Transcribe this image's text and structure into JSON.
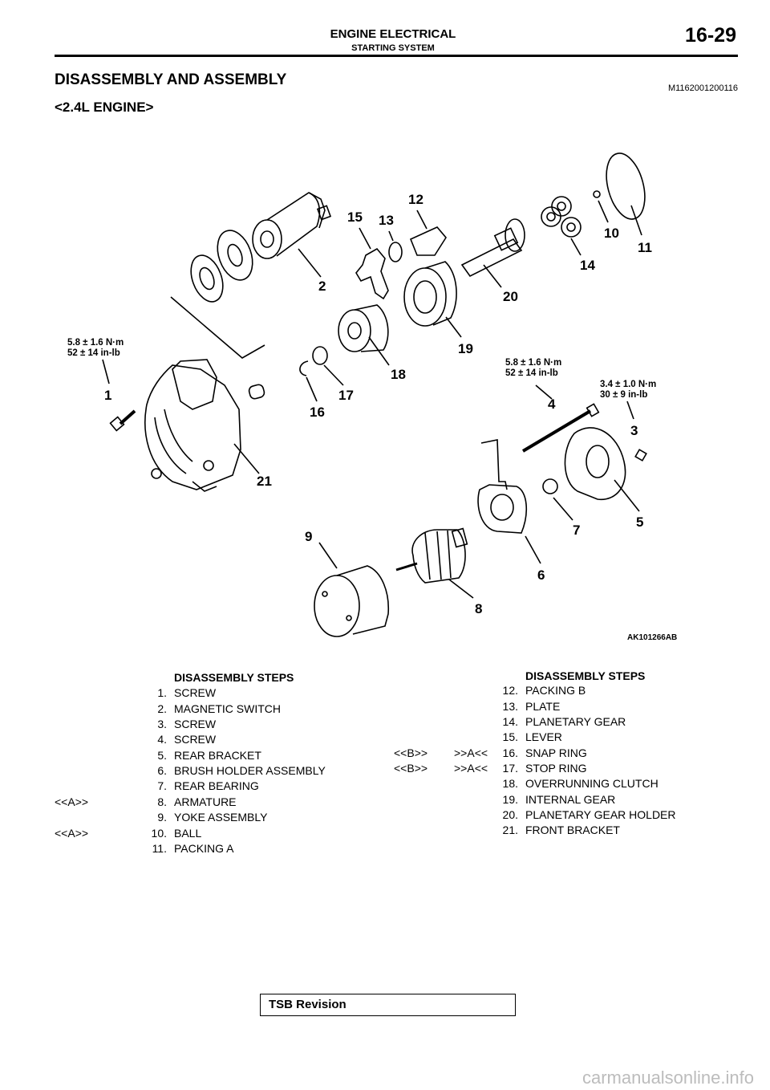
{
  "header": {
    "chapter_title": "ENGINE ELECTRICAL",
    "section_subtitle": "STARTING SYSTEM",
    "page_number": "16-29"
  },
  "section": {
    "title": "DISASSEMBLY AND ASSEMBLY",
    "document_code": "M1162001200116",
    "engine_label": "<2.4L ENGINE>"
  },
  "diagram": {
    "figure_id": "AK101266AB",
    "callouts": [
      "1",
      "2",
      "3",
      "4",
      "5",
      "6",
      "7",
      "8",
      "9",
      "10",
      "11",
      "12",
      "13",
      "14",
      "15",
      "16",
      "17",
      "18",
      "19",
      "20",
      "21"
    ],
    "torque_specs": [
      {
        "nm": "5.8 ± 1.6 N·m",
        "inlb": "52 ± 14 in-lb"
      },
      {
        "nm": "5.8 ± 1.6 N·m",
        "inlb": "52 ± 14 in-lb"
      },
      {
        "nm": "3.4 ± 1.0 N·m",
        "inlb": "30 ± 9 in-lb"
      }
    ]
  },
  "steps_left": {
    "heading": "DISASSEMBLY STEPS",
    "items": [
      {
        "ref": "",
        "num": "1.",
        "label": "SCREW"
      },
      {
        "ref": "",
        "num": "2.",
        "label": "MAGNETIC SWITCH"
      },
      {
        "ref": "",
        "num": "3.",
        "label": "SCREW"
      },
      {
        "ref": "",
        "num": "4.",
        "label": "SCREW"
      },
      {
        "ref": "",
        "num": "5.",
        "label": "REAR BRACKET"
      },
      {
        "ref": "",
        "num": "6.",
        "label": "BRUSH HOLDER ASSEMBLY"
      },
      {
        "ref": "",
        "num": "7.",
        "label": "REAR BEARING"
      },
      {
        "ref": "<<A>>",
        "num": "8.",
        "label": "ARMATURE"
      },
      {
        "ref": "",
        "num": "9.",
        "label": "YOKE ASSEMBLY"
      },
      {
        "ref": "<<A>>",
        "num": "10.",
        "label": "BALL"
      },
      {
        "ref": "",
        "num": "11.",
        "label": "PACKING A"
      }
    ]
  },
  "steps_right": {
    "heading": "DISASSEMBLY STEPS",
    "items": [
      {
        "ref1": "",
        "ref2": "",
        "num": "12.",
        "label": "PACKING B"
      },
      {
        "ref1": "",
        "ref2": "",
        "num": "13.",
        "label": "PLATE"
      },
      {
        "ref1": "",
        "ref2": "",
        "num": "14.",
        "label": "PLANETARY GEAR"
      },
      {
        "ref1": "",
        "ref2": "",
        "num": "15.",
        "label": "LEVER"
      },
      {
        "ref1": "<<B>>",
        "ref2": ">>A<<",
        "num": "16.",
        "label": "SNAP RING"
      },
      {
        "ref1": "<<B>>",
        "ref2": ">>A<<",
        "num": "17.",
        "label": "STOP RING"
      },
      {
        "ref1": "",
        "ref2": "",
        "num": "18.",
        "label": "OVERRUNNING CLUTCH"
      },
      {
        "ref1": "",
        "ref2": "",
        "num": "19.",
        "label": "INTERNAL GEAR"
      },
      {
        "ref1": "",
        "ref2": "",
        "num": "20.",
        "label": "PLANETARY GEAR HOLDER"
      },
      {
        "ref1": "",
        "ref2": "",
        "num": "21.",
        "label": "FRONT BRACKET"
      }
    ]
  },
  "footer": {
    "tsb_label": "TSB Revision",
    "watermark": "carmanualsonline.info"
  }
}
